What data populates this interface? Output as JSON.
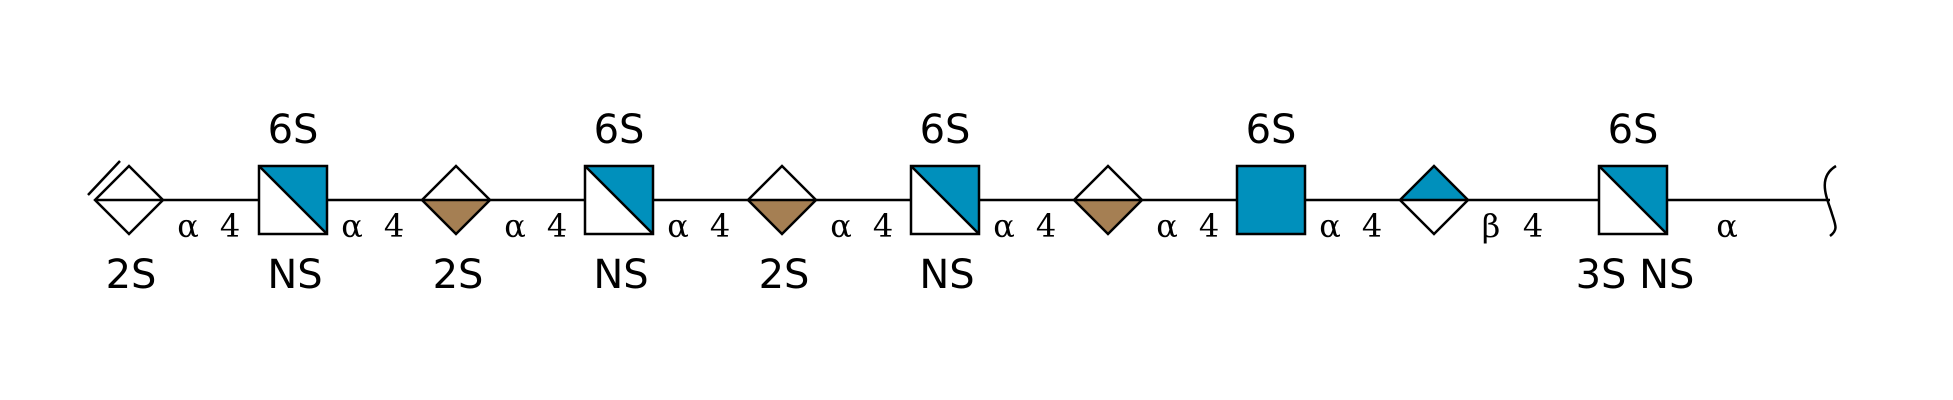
{
  "colors": {
    "blue": "#0090bc",
    "brown": "#a57f53",
    "white": "#ffffff",
    "stroke": "#000000"
  },
  "residues": [
    {
      "kind": "diamond",
      "fill": "blank",
      "top": "",
      "bottom": "2S"
    },
    {
      "kind": "square",
      "fill": "diag",
      "top": "6S",
      "bottom": "NS"
    },
    {
      "kind": "diamond",
      "fill": "brown",
      "top": "",
      "bottom": "2S"
    },
    {
      "kind": "square",
      "fill": "diag",
      "top": "6S",
      "bottom": "NS"
    },
    {
      "kind": "diamond",
      "fill": "brown",
      "top": "",
      "bottom": "2S"
    },
    {
      "kind": "square",
      "fill": "diag",
      "top": "6S",
      "bottom": "NS"
    },
    {
      "kind": "diamond",
      "fill": "brown",
      "top": "",
      "bottom": ""
    },
    {
      "kind": "square",
      "fill": "full",
      "top": "6S",
      "bottom": ""
    },
    {
      "kind": "diamond",
      "fill": "blue",
      "top": "",
      "bottom": ""
    },
    {
      "kind": "square",
      "fill": "diag",
      "top": "6S",
      "bottom": "3S NS"
    }
  ],
  "linkages": [
    {
      "anomer": "α",
      "position": "4"
    },
    {
      "anomer": "α",
      "position": "4"
    },
    {
      "anomer": "α",
      "position": "4"
    },
    {
      "anomer": "α",
      "position": "4"
    },
    {
      "anomer": "α",
      "position": "4"
    },
    {
      "anomer": "α",
      "position": "4"
    },
    {
      "anomer": "α",
      "position": "4"
    },
    {
      "anomer": "α",
      "position": "4"
    },
    {
      "anomer": "β",
      "position": "4"
    },
    {
      "anomer": "α",
      "position": ""
    }
  ]
}
